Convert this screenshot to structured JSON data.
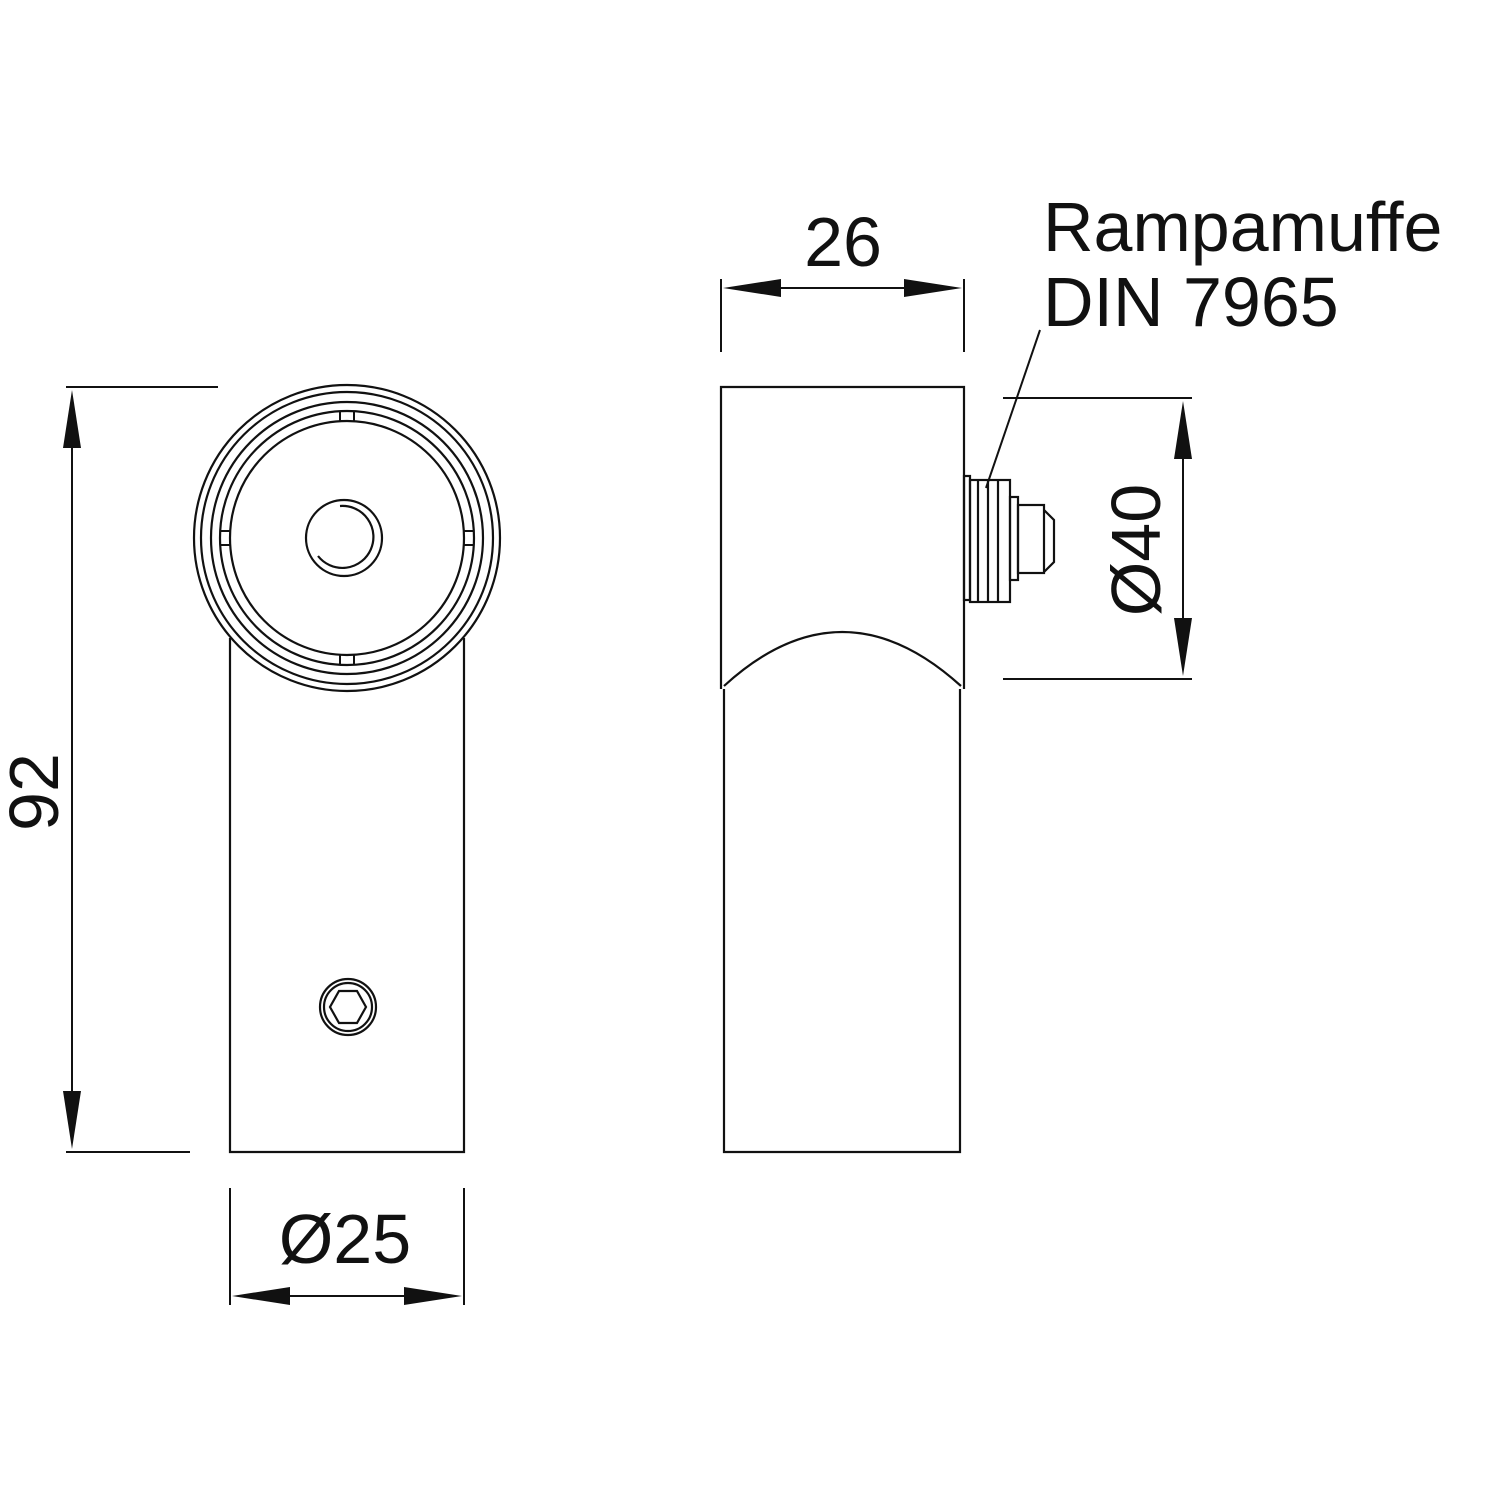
{
  "drawing": {
    "dimensions": {
      "height": "92",
      "width": "26",
      "tube_diameter": "Ø25",
      "head_diameter": "Ø40"
    },
    "callout": {
      "line1": "Rampamuffe",
      "line2": "DIN 7965"
    },
    "stroke_color": "#111111",
    "background": "#ffffff"
  }
}
